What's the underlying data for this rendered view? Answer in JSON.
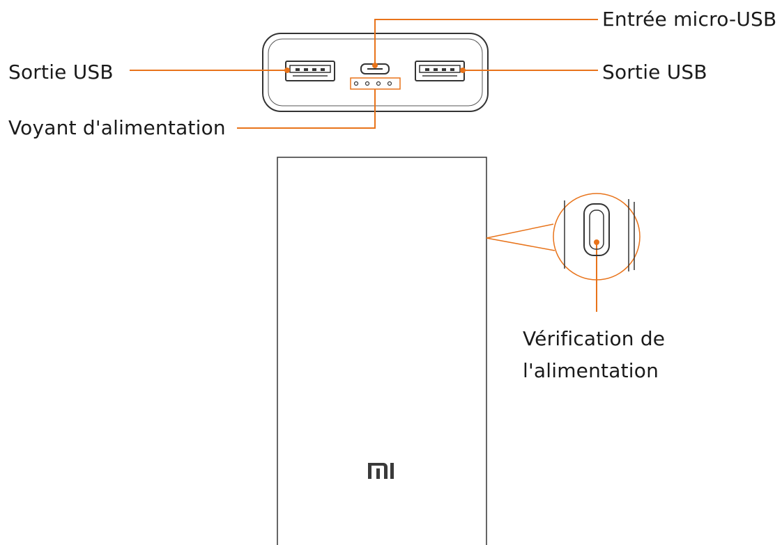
{
  "labels": {
    "usb_output_left": "Sortie USB",
    "micro_usb_input": "Entrée micro-USB",
    "usb_output_right": "Sortie USB",
    "power_indicator": "Voyant d'alimentation",
    "power_check_line1": "Vérification de",
    "power_check_line2": "l'alimentation"
  },
  "logo_text": "mi",
  "colors": {
    "accent": "#e8731a",
    "outline": "#3a3a3a",
    "text": "#1a1a1a"
  }
}
